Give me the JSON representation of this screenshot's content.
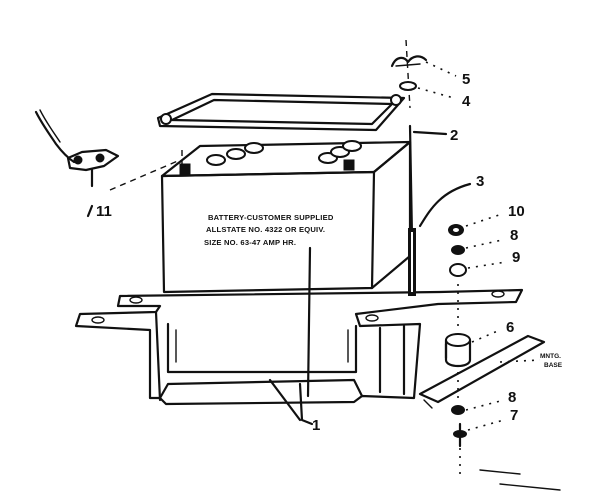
{
  "battery_text": {
    "line1": "BATTERY-CUSTOMER SUPPLIED",
    "line2": "ALLSTATE NO. 4322 OR EQUIV.",
    "line3": "SIZE NO. 63-47 AMP HR."
  },
  "mounting_label": {
    "line1": "MNTG.",
    "line2": "BASE"
  },
  "callouts": {
    "c1": "1",
    "c2": "2",
    "c3": "3",
    "c4": "4",
    "c5": "5",
    "c6": "6",
    "c7": "7",
    "c8a": "8",
    "c8b": "8",
    "c9": "9",
    "c10": "10",
    "c11": "11"
  }
}
